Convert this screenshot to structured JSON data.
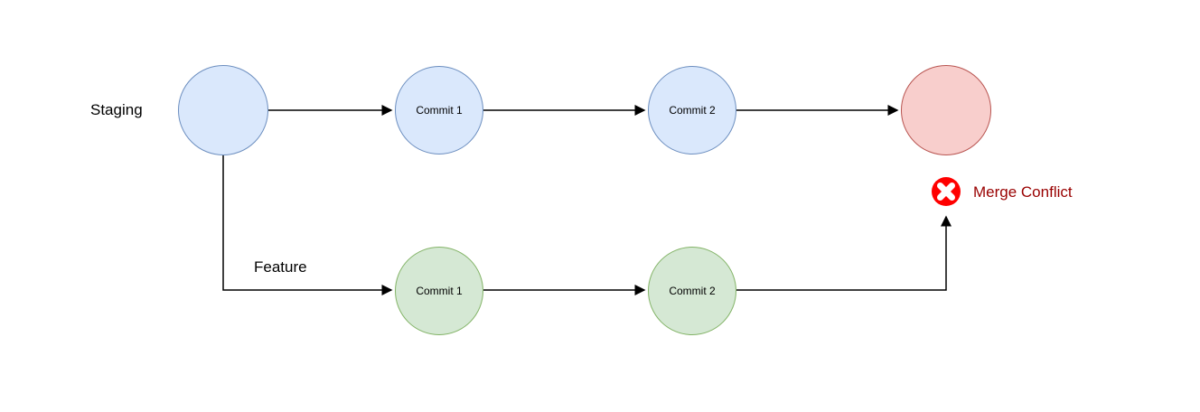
{
  "diagram": {
    "type": "git-branch-merge-conflict-flow",
    "background": "#ffffff",
    "branches": {
      "staging": {
        "label": "Staging"
      },
      "feature": {
        "label": "Feature"
      }
    },
    "nodes": {
      "staging_start": {
        "label": "",
        "fill": "#dae8fc",
        "stroke": "#6c8ebf"
      },
      "staging_commit1": {
        "label": "Commit 1",
        "fill": "#dae8fc",
        "stroke": "#6c8ebf"
      },
      "staging_commit2": {
        "label": "Commit 2",
        "fill": "#dae8fc",
        "stroke": "#6c8ebf"
      },
      "merge_result": {
        "label": "",
        "fill": "#f8cecc",
        "stroke": "#b85450"
      },
      "feature_commit1": {
        "label": "Commit 1",
        "fill": "#d5e8d4",
        "stroke": "#82b366"
      },
      "feature_commit2": {
        "label": "Commit 2",
        "fill": "#d5e8d4",
        "stroke": "#82b366"
      }
    },
    "annotation": {
      "icon": "error-icon",
      "icon_color": "#ff0000",
      "icon_cross_color": "#ffffff",
      "label": "Merge Conflict",
      "label_color": "#990000"
    },
    "connector_color": "#000000"
  }
}
